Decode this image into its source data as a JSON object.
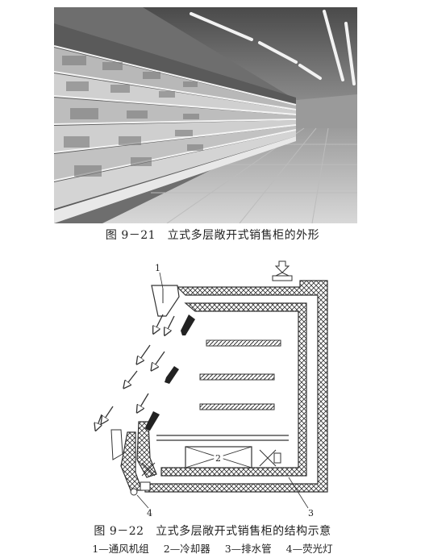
{
  "figure1": {
    "caption": "图 9－21　立式多层敞开式销售柜的外形"
  },
  "figure2": {
    "caption": "图 9－22　立式多层敞开式销售柜的结构示意",
    "callouts": [
      "1",
      "2",
      "3",
      "4"
    ],
    "legend": [
      "1—通风机组",
      "2—冷却器",
      "3—排水管",
      "4—荧光灯"
    ]
  }
}
